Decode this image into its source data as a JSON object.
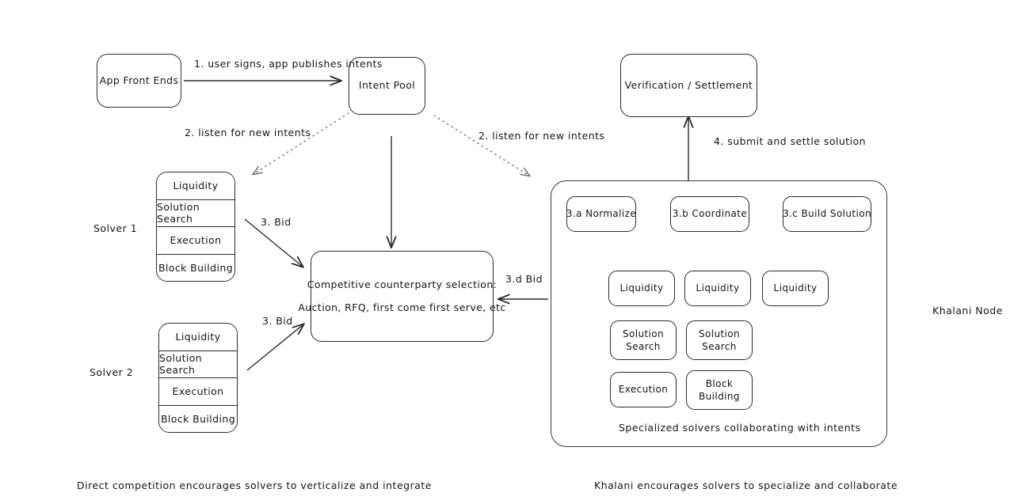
{
  "diagram": {
    "title": "Khalani intent flow diagram",
    "background_color": "#ffffff",
    "stroke_color": "#2b2b2b",
    "text_color": "#161616"
  },
  "nodes": {
    "app_front_ends": "App Front Ends",
    "intent_pool": "Intent Pool",
    "verification_settlement": "Verification / Settlement",
    "counterparty_line1": "Competitive counterparty selection:",
    "counterparty_line2": "Auction, RFQ, first come first serve, etc",
    "normalize": "3.a Normalize",
    "coordinate": "3.b Coordinate",
    "build_solution": "3.c Build Solution"
  },
  "solvers": [
    {
      "label": "Solver 1",
      "rows": [
        "Liquidity",
        "Solution Search",
        "Execution",
        "Block Building"
      ]
    },
    {
      "label": "Solver 2",
      "rows": [
        "Liquidity",
        "Solution Search",
        "Execution",
        "Block Building"
      ]
    }
  ],
  "khalani": {
    "node_label": "Khalani Node",
    "footer": "Specialized solvers collaborating with intents",
    "specialized": [
      {
        "line1": "Liquidity",
        "line2": ""
      },
      {
        "line1": "Liquidity",
        "line2": ""
      },
      {
        "line1": "Liquidity",
        "line2": ""
      },
      {
        "line1": "Solution",
        "line2": "Search"
      },
      {
        "line1": "Solution",
        "line2": "Search"
      },
      {
        "line1": "Execution",
        "line2": ""
      },
      {
        "line1": "Block",
        "line2": "Building"
      }
    ]
  },
  "edge_labels": {
    "step1": "1. user signs, app publishes intents",
    "step2_left": "2. listen for new intents",
    "step2_right": "2. listen for new intents",
    "step3_bid_solver1": "3. Bid",
    "step3_bid_solver2": "3. Bid",
    "step3d_bid": "3.d Bid",
    "step4": "4. submit and settle solution"
  },
  "captions": {
    "left": "Direct competition encourages solvers to verticalize and integrate",
    "right": "Khalani encourages solvers to specialize and collaborate"
  }
}
